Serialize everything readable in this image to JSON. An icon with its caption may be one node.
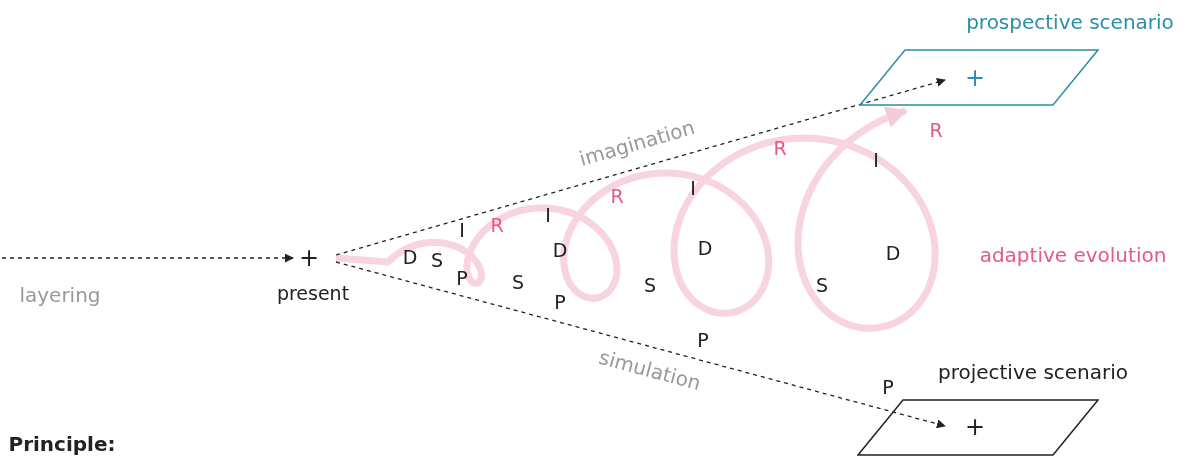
{
  "diagram": {
    "nodes": [
      {
        "text": [
          "+"
        ],
        "beside": [
          "present"
        ]
      },
      {
        "text": [
          "prospective scenario",
          "+"
        ]
      },
      {
        "text": [
          "projective scenario",
          "+"
        ]
      }
    ],
    "edges": [
      {
        "from": null,
        "to": 0,
        "arrow": "to",
        "style": "dashed"
      },
      {
        "from": 0,
        "to": 1,
        "arrow": "to",
        "style": "dashed",
        "label": "imagination"
      },
      {
        "from": 0,
        "to": 2,
        "arrow": "to",
        "style": "dashed",
        "label": "simulation"
      }
    ],
    "labels": [
      "layering",
      "adaptive evolution",
      "D",
      "S",
      "I",
      "P",
      "R",
      "I",
      "D",
      "S",
      "P",
      "R",
      "I",
      "D",
      "S",
      "P",
      "R",
      "I",
      "D",
      "S",
      "P",
      "R",
      "Principle:"
    ]
  }
}
